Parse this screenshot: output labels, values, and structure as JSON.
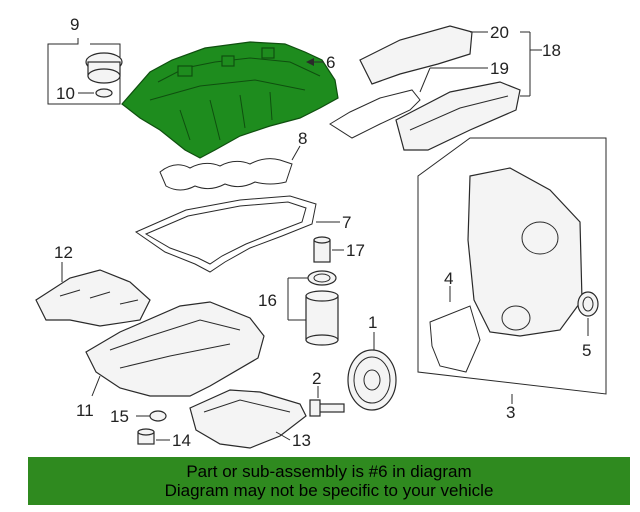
{
  "callouts": {
    "c1": "1",
    "c2": "2",
    "c3": "3",
    "c4": "4",
    "c5": "5",
    "c6": "6",
    "c7": "7",
    "c8": "8",
    "c9": "9",
    "c10": "10",
    "c11": "11",
    "c12": "12",
    "c13": "13",
    "c14": "14",
    "c15": "15",
    "c16": "16",
    "c17": "17",
    "c18": "18",
    "c19": "19",
    "c20": "20"
  },
  "highlighted_part": "6",
  "colors": {
    "highlight": "#1e8c1e",
    "banner": "#2f8a1f"
  },
  "banner": {
    "line1": "Part or sub-assembly is #6 in diagram",
    "line2": "Diagram may not be specific to your vehicle"
  }
}
